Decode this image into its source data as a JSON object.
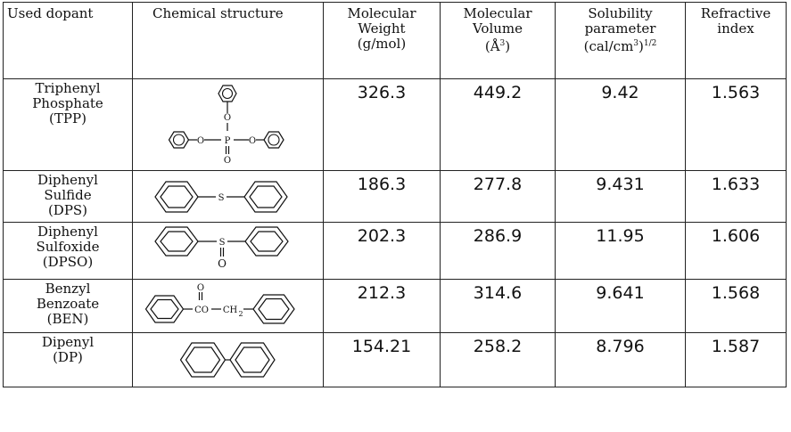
{
  "headers": {
    "dopant": "Used dopant",
    "structure": "Chemical structure",
    "mw_line1": "Molecular",
    "mw_line2": "Weight",
    "mw_line3": "(g/mol)",
    "mv_line1": "Molecular",
    "mv_line2": "Volume",
    "mv_line3": "(Å",
    "mv_sup": "3",
    "mv_close": ")",
    "sp_line1": "Solubility",
    "sp_line2": "parameter",
    "sp_line3a": "(cal/cm",
    "sp_sup1": "3",
    "sp_line3b": ")",
    "sp_sup2": "1/2",
    "ri_line1": "Refractive",
    "ri_line2": "index"
  },
  "rows": [
    {
      "name1": "Triphenyl",
      "name2": "Phosphate",
      "name3": "(TPP)",
      "structure": "triphenyl-phosphate",
      "mw": "326.3",
      "mv": "449.2",
      "sp": "9.42",
      "ri": "1.563",
      "atoms": {
        "o1": "O",
        "o2": "O",
        "o3": "O",
        "p": "P",
        "o4": "O"
      }
    },
    {
      "name1": "Diphenyl",
      "name2": "Sulfide",
      "name3": "(DPS)",
      "structure": "diphenyl-sulfide",
      "mw": "186.3",
      "mv": "277.8",
      "sp": "9.431",
      "ri": "1.633",
      "atoms": {
        "s": "S"
      }
    },
    {
      "name1": "Diphenyl",
      "name2": "Sulfoxide",
      "name3": "(DPSO)",
      "structure": "diphenyl-sulfoxide",
      "mw": "202.3",
      "mv": "286.9",
      "sp": "11.95",
      "ri": "1.606",
      "atoms": {
        "s": "S",
        "o": "O"
      }
    },
    {
      "name1": "Benzyl",
      "name2": "Benzoate",
      "name3": "(BEN)",
      "structure": "benzyl-benzoate",
      "mw": "212.3",
      "mv": "314.6",
      "sp": "9.641",
      "ri": "1.568",
      "atoms": {
        "o": "O",
        "co": "CO",
        "ch": "CH",
        "sub": "2"
      }
    },
    {
      "name1": "Dipenyl",
      "name2": "(DP)",
      "name3": "",
      "structure": "biphenyl",
      "mw": "154.21",
      "mv": "258.2",
      "sp": "8.796",
      "ri": "1.587",
      "atoms": {}
    }
  ]
}
